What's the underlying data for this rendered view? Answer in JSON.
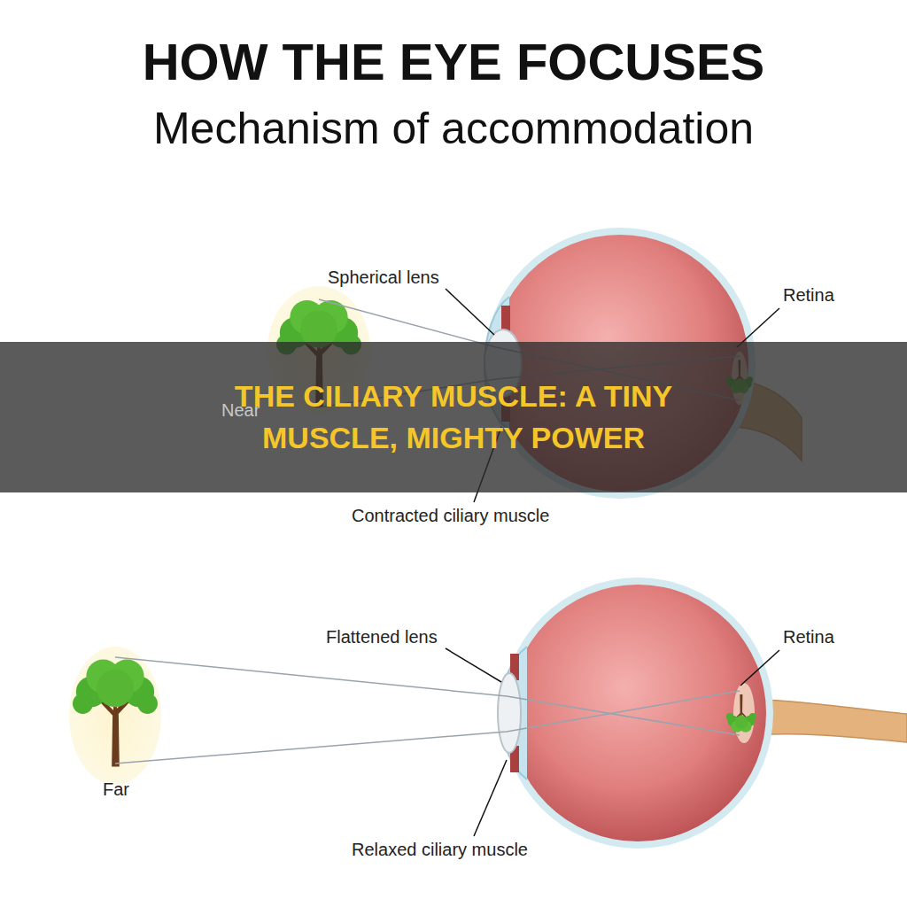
{
  "diagram": {
    "title": "HOW THE EYE FOCUSES",
    "nodes": [
      {
        "text": [
          "THE CILIARY MUSCLE: A TINY MUSCLE, MIGHTY POWER"
        ]
      }
    ],
    "labels": [
      "Mechanism of accommodation",
      "Spherical lens",
      "Retina",
      "Near",
      "Contracted ciliary muscle",
      "Flattened lens",
      "Retina",
      "Far",
      "Relaxed ciliary muscle"
    ]
  }
}
